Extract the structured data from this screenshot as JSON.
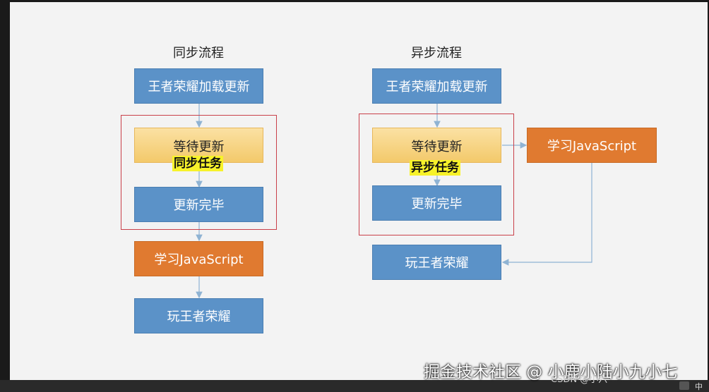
{
  "sync": {
    "title": "同步流程",
    "step1": "王者荣耀加载更新",
    "wait": "等待更新",
    "tag": "同步任务",
    "done": "更新完毕",
    "learn": "学习JavaScript",
    "play": "玩王者荣耀"
  },
  "async": {
    "title": "异步流程",
    "step1": "王者荣耀加载更新",
    "wait": "等待更新",
    "tag": "异步任务",
    "done": "更新完毕",
    "learn": "学习JavaScript",
    "play": "玩王者荣耀"
  },
  "watermark": "掘金技术社区 @ 小鹿小陆小九小七",
  "csdn_text": "CSDN @小六",
  "ime_label": "中",
  "colors": {
    "blue": "#5b92c8",
    "orange": "#e07a30",
    "yellow": "#f3c96a",
    "highlight": "#f7f22a",
    "frame": "#c9404a",
    "arrow": "#8fb3d3"
  }
}
